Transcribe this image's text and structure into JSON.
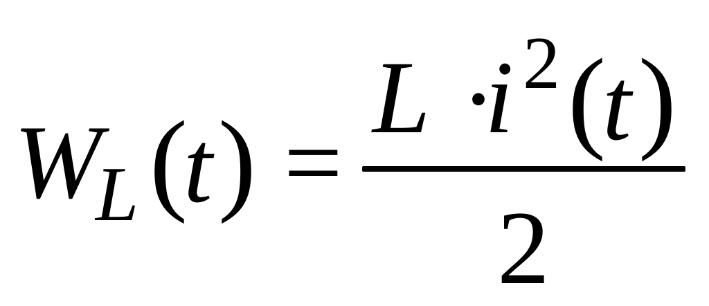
{
  "formula": {
    "lhs": {
      "symbol": "W",
      "subscript": "L",
      "open_paren": "(",
      "variable": "t",
      "close_paren": ")"
    },
    "equals": "=",
    "numerator": {
      "symbol": "L",
      "operator": "·",
      "variable": "i",
      "exponent": "2",
      "open_paren": "(",
      "argument": "t",
      "close_paren": ")"
    },
    "denominator": "2"
  }
}
